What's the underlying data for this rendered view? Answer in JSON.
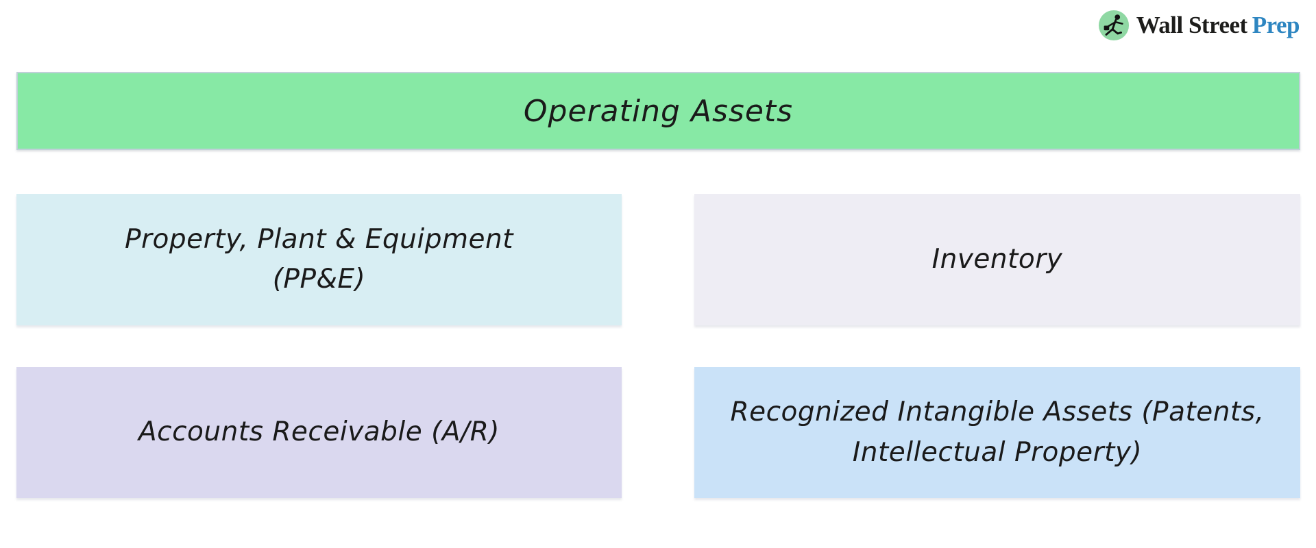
{
  "brand": {
    "logo_icon": "running-figure-in-green-circle",
    "name_part1": "Wall Street",
    "name_part2": "Prep",
    "name_part1_color": "#1d1d1b",
    "name_part2_color": "#2e86c1",
    "icon_circle_color": "#8fd8a3"
  },
  "diagram": {
    "title": "Operating Assets",
    "title_bg": "#87e9a5",
    "title_border_color": "#bfd0d8",
    "text_color": "#1a1a1a",
    "boxes": [
      {
        "id": "ppe",
        "label": "Property, Plant & Equipment\n(PP&E)",
        "bg": "#d8eef3"
      },
      {
        "id": "inventory",
        "label": "Inventory",
        "bg": "#eeedf4"
      },
      {
        "id": "accounts-receivable",
        "label": "Accounts Receivable (A/R)",
        "bg": "#dad8ef"
      },
      {
        "id": "intangible-assets",
        "label": "Recognized Intangible Assets (Patents,\nIntellectual Property)",
        "bg": "#cae2f8"
      }
    ]
  }
}
